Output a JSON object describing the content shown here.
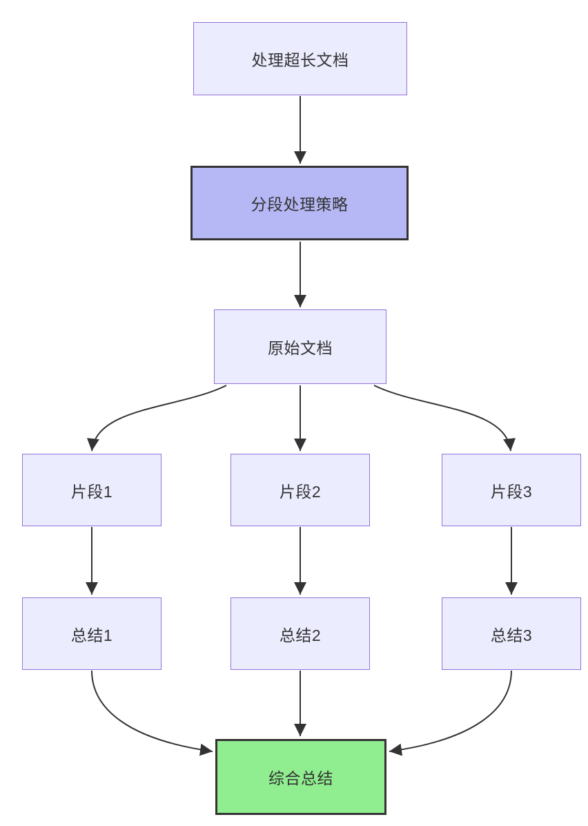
{
  "diagram": {
    "type": "flowchart",
    "direction": "top-down",
    "nodes": [
      {
        "id": "A",
        "label": "处理超长文档",
        "style": "default",
        "fill": "#ECECFF",
        "border": "#9370DB"
      },
      {
        "id": "B",
        "label": "分段处理策略",
        "style": "emphasis",
        "fill": "#B5B8F5",
        "border": "#333333"
      },
      {
        "id": "C",
        "label": "原始文档",
        "style": "default",
        "fill": "#ECECFF",
        "border": "#9370DB"
      },
      {
        "id": "D1",
        "label": "片段1",
        "style": "default",
        "fill": "#ECECFF",
        "border": "#9370DB"
      },
      {
        "id": "D2",
        "label": "片段2",
        "style": "default",
        "fill": "#ECECFF",
        "border": "#9370DB"
      },
      {
        "id": "D3",
        "label": "片段3",
        "style": "default",
        "fill": "#ECECFF",
        "border": "#9370DB"
      },
      {
        "id": "E1",
        "label": "总结1",
        "style": "default",
        "fill": "#ECECFF",
        "border": "#9370DB"
      },
      {
        "id": "E2",
        "label": "总结2",
        "style": "default",
        "fill": "#ECECFF",
        "border": "#9370DB"
      },
      {
        "id": "E3",
        "label": "总结3",
        "style": "default",
        "fill": "#ECECFF",
        "border": "#9370DB"
      },
      {
        "id": "F",
        "label": "综合总结",
        "style": "success",
        "fill": "#90EE90",
        "border": "#333333"
      }
    ],
    "edges": [
      {
        "from": "A",
        "to": "B"
      },
      {
        "from": "B",
        "to": "C"
      },
      {
        "from": "C",
        "to": "D1"
      },
      {
        "from": "C",
        "to": "D2"
      },
      {
        "from": "C",
        "to": "D3"
      },
      {
        "from": "D1",
        "to": "E1"
      },
      {
        "from": "D2",
        "to": "E2"
      },
      {
        "from": "D3",
        "to": "E3"
      },
      {
        "from": "E1",
        "to": "F"
      },
      {
        "from": "E2",
        "to": "F"
      },
      {
        "from": "E3",
        "to": "F"
      }
    ],
    "colors": {
      "background": "#FFFFFF",
      "node_fill": "#ECECFF",
      "node_border": "#9370DB",
      "emphasis_fill": "#B5B8F5",
      "emphasis_border": "#333333",
      "success_fill": "#90EE90",
      "success_border": "#333333",
      "text": "#333333",
      "edge": "#333333"
    }
  }
}
